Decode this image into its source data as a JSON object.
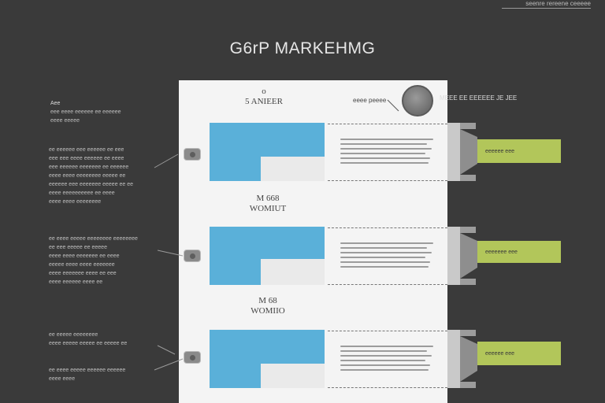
{
  "title": "G6rP MARKEHMG",
  "top_caption": "seenre rereene ceeeee",
  "top_callout": {
    "left_text": "eeee peeee",
    "right_text": "MEEE EE EEEEEE JE JEE"
  },
  "sections": [
    {
      "heading_line1": "o",
      "heading_line2": "5 ANIEER",
      "green_label": "eeeeee eee"
    },
    {
      "heading_line1": "M 668",
      "heading_line2": "WOMIUT",
      "green_label": "eeeeeee eee"
    },
    {
      "heading_line1": "M 68",
      "heading_line2": "WOMIIO",
      "green_label": "eeeeee eee"
    }
  ],
  "left_notes": [
    {
      "lines": [
        "Aee",
        "eee eeee eeeeee ee eeeeee",
        "eeee eeeee"
      ]
    },
    {
      "lines": [
        "ee eeeeee eee eeeeee ee eee",
        "eee eee eeee eeeeee ee eeee",
        "eee eeeeee eeeeeee ee eeeeee",
        "eeee eeee eeeeeeee eeeee ee",
        "eeeeee eee eeeeeee eeeee ee ee",
        "eeee eeeeeeeeee ee eeee",
        "eeee eeee eeeeeeee"
      ]
    },
    {
      "lines": [
        "ee eeee eeeee eeeeeeee eeeeeeee",
        "ee eee eeeee ee eeeee",
        "eeee eeee eeeeeee ee eeee",
        "eeeee eeee eeee eeeeeee",
        "eeee eeeeeee eeee ee eee",
        "eeee eeeeee eeee ee"
      ]
    },
    {
      "lines": [
        "ee eeeee eeeeeeee",
        "eeee eeeee eeeee ee eeeee ee"
      ]
    },
    {
      "lines": [
        "ee eeee eeeee eeeeee eeeeee",
        "eeee eeee"
      ]
    }
  ],
  "colors": {
    "background": "#3a3a3a",
    "panel": "#f4f4f4",
    "blue": "#5ab0d9",
    "green": "#b2c65a",
    "funnel": "#8e8e8e"
  }
}
